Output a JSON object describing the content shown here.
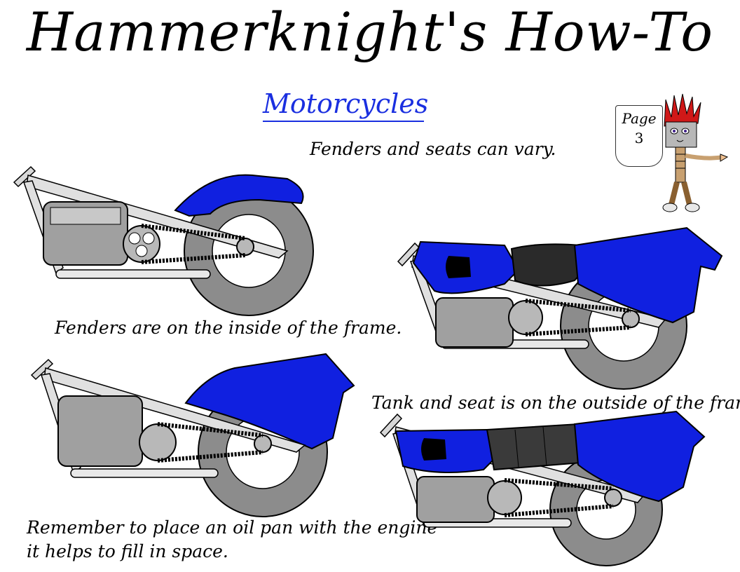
{
  "header": {
    "title": "Hammerknight's How-To",
    "subtitle": "Motorcycles"
  },
  "page_badge": {
    "label": "Page",
    "number": "3"
  },
  "captions": {
    "intro": "Fenders and seats can vary.",
    "inside_frame": "Fenders are on the inside of the frame.",
    "outside_frame": "Tank and seat is on the outside of the frame.",
    "oil_pan_line1": "Remember to place an oil pan with the engine",
    "oil_pan_line2": "it helps to fill in space."
  },
  "colors": {
    "body_blue": "#1020e0",
    "tire_gray": "#8c8c8c",
    "frame_silver": "#d8d8d8",
    "link_blue": "#1a2fe0",
    "mascot_hair": "#d01818"
  },
  "illustrations": [
    "motorcycle-fender-inside",
    "motorcycle-tank-seat-scaled",
    "motorcycle-cover-fender",
    "motorcycle-tank-seat-block",
    "hammerknight-mascot"
  ]
}
